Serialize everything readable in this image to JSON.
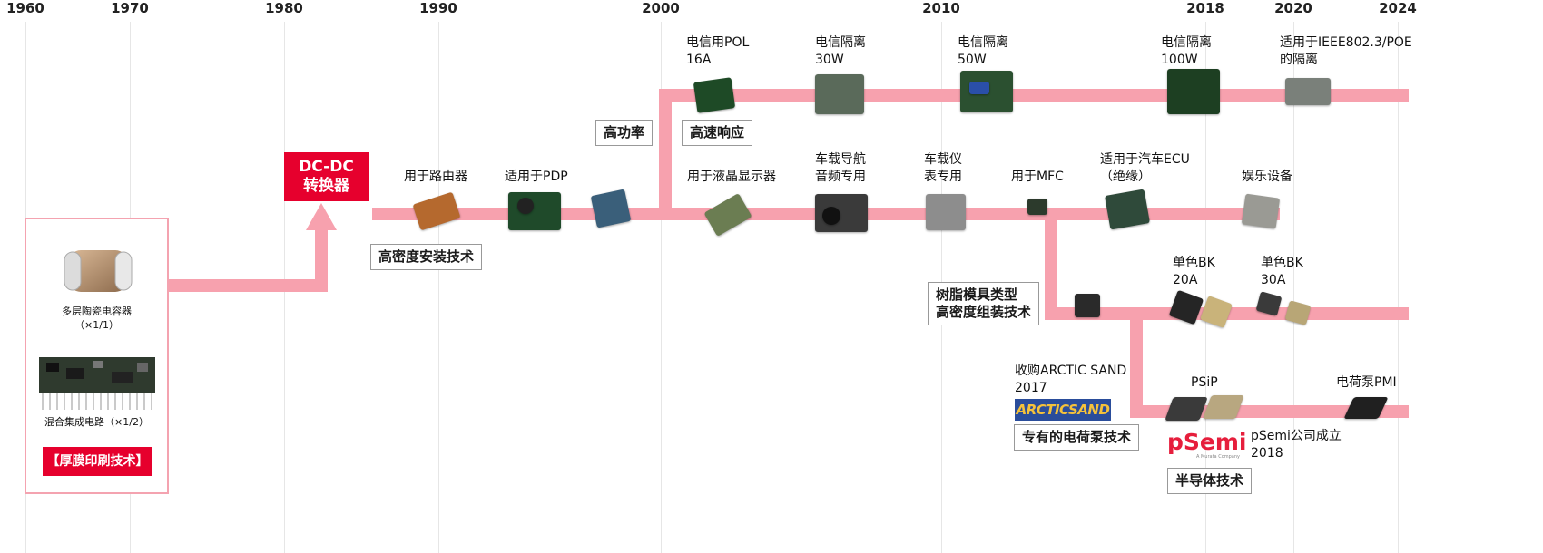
{
  "years": [
    "1960",
    "1970",
    "1980",
    "1990",
    "2000",
    "2010",
    "2018",
    "2020",
    "2024"
  ],
  "left_panel": {
    "item1_label": "多层陶瓷电容器\n（×1/1）",
    "item2_label": "混合集成电路（×1/2）",
    "tech_label": "【厚膜印刷技术】"
  },
  "dcdc_label": "DC-DC\n转换器",
  "tech_boxes": {
    "high_density": "高密度安装技术",
    "high_power": "高功率",
    "fast_response": "高速响应",
    "resin_mold": "树脂模具类型\n高密度组装技术",
    "charge_pump": "专有的电荷泵技术",
    "semiconductor": "半导体技术"
  },
  "top_row": [
    "电信用POL\n16A",
    "电信隔离\n30W",
    "电信隔离\n50W",
    "电信隔离\n100W",
    "适用于IEEE802.3/POE\n的隔离"
  ],
  "middle_row": [
    "用于路由器",
    "适用于PDP",
    "用于液晶显示器",
    "车载导航\n音频专用",
    "车载仪\n表专用",
    "用于MFC",
    "适用于汽车ECU\n（绝缘）",
    "娱乐设备"
  ],
  "branch_row": [
    "单色BK\n20A",
    "单色BK\n30A"
  ],
  "bottom_row": {
    "arctic_label": "收购ARCTIC SAND\n2017",
    "arctic_logo": "ARCTICSAND",
    "psip": "PSiP",
    "charge_pump_pmi": "电荷泵PMI",
    "psemi_logo": "pSemi",
    "psemi_tagline": "A Murata Company",
    "psemi_label": "pSemi公司成立\n2018"
  },
  "colors": {
    "line": "#f7a1ae",
    "red": "#e6002d",
    "grid": "#e6e6e6",
    "frame": "#f4a3b0"
  },
  "icons": [
    "capacitor-icon",
    "hybrid-ic-icon",
    "module-icon",
    "arctic-sand-logo",
    "psemi-logo"
  ]
}
